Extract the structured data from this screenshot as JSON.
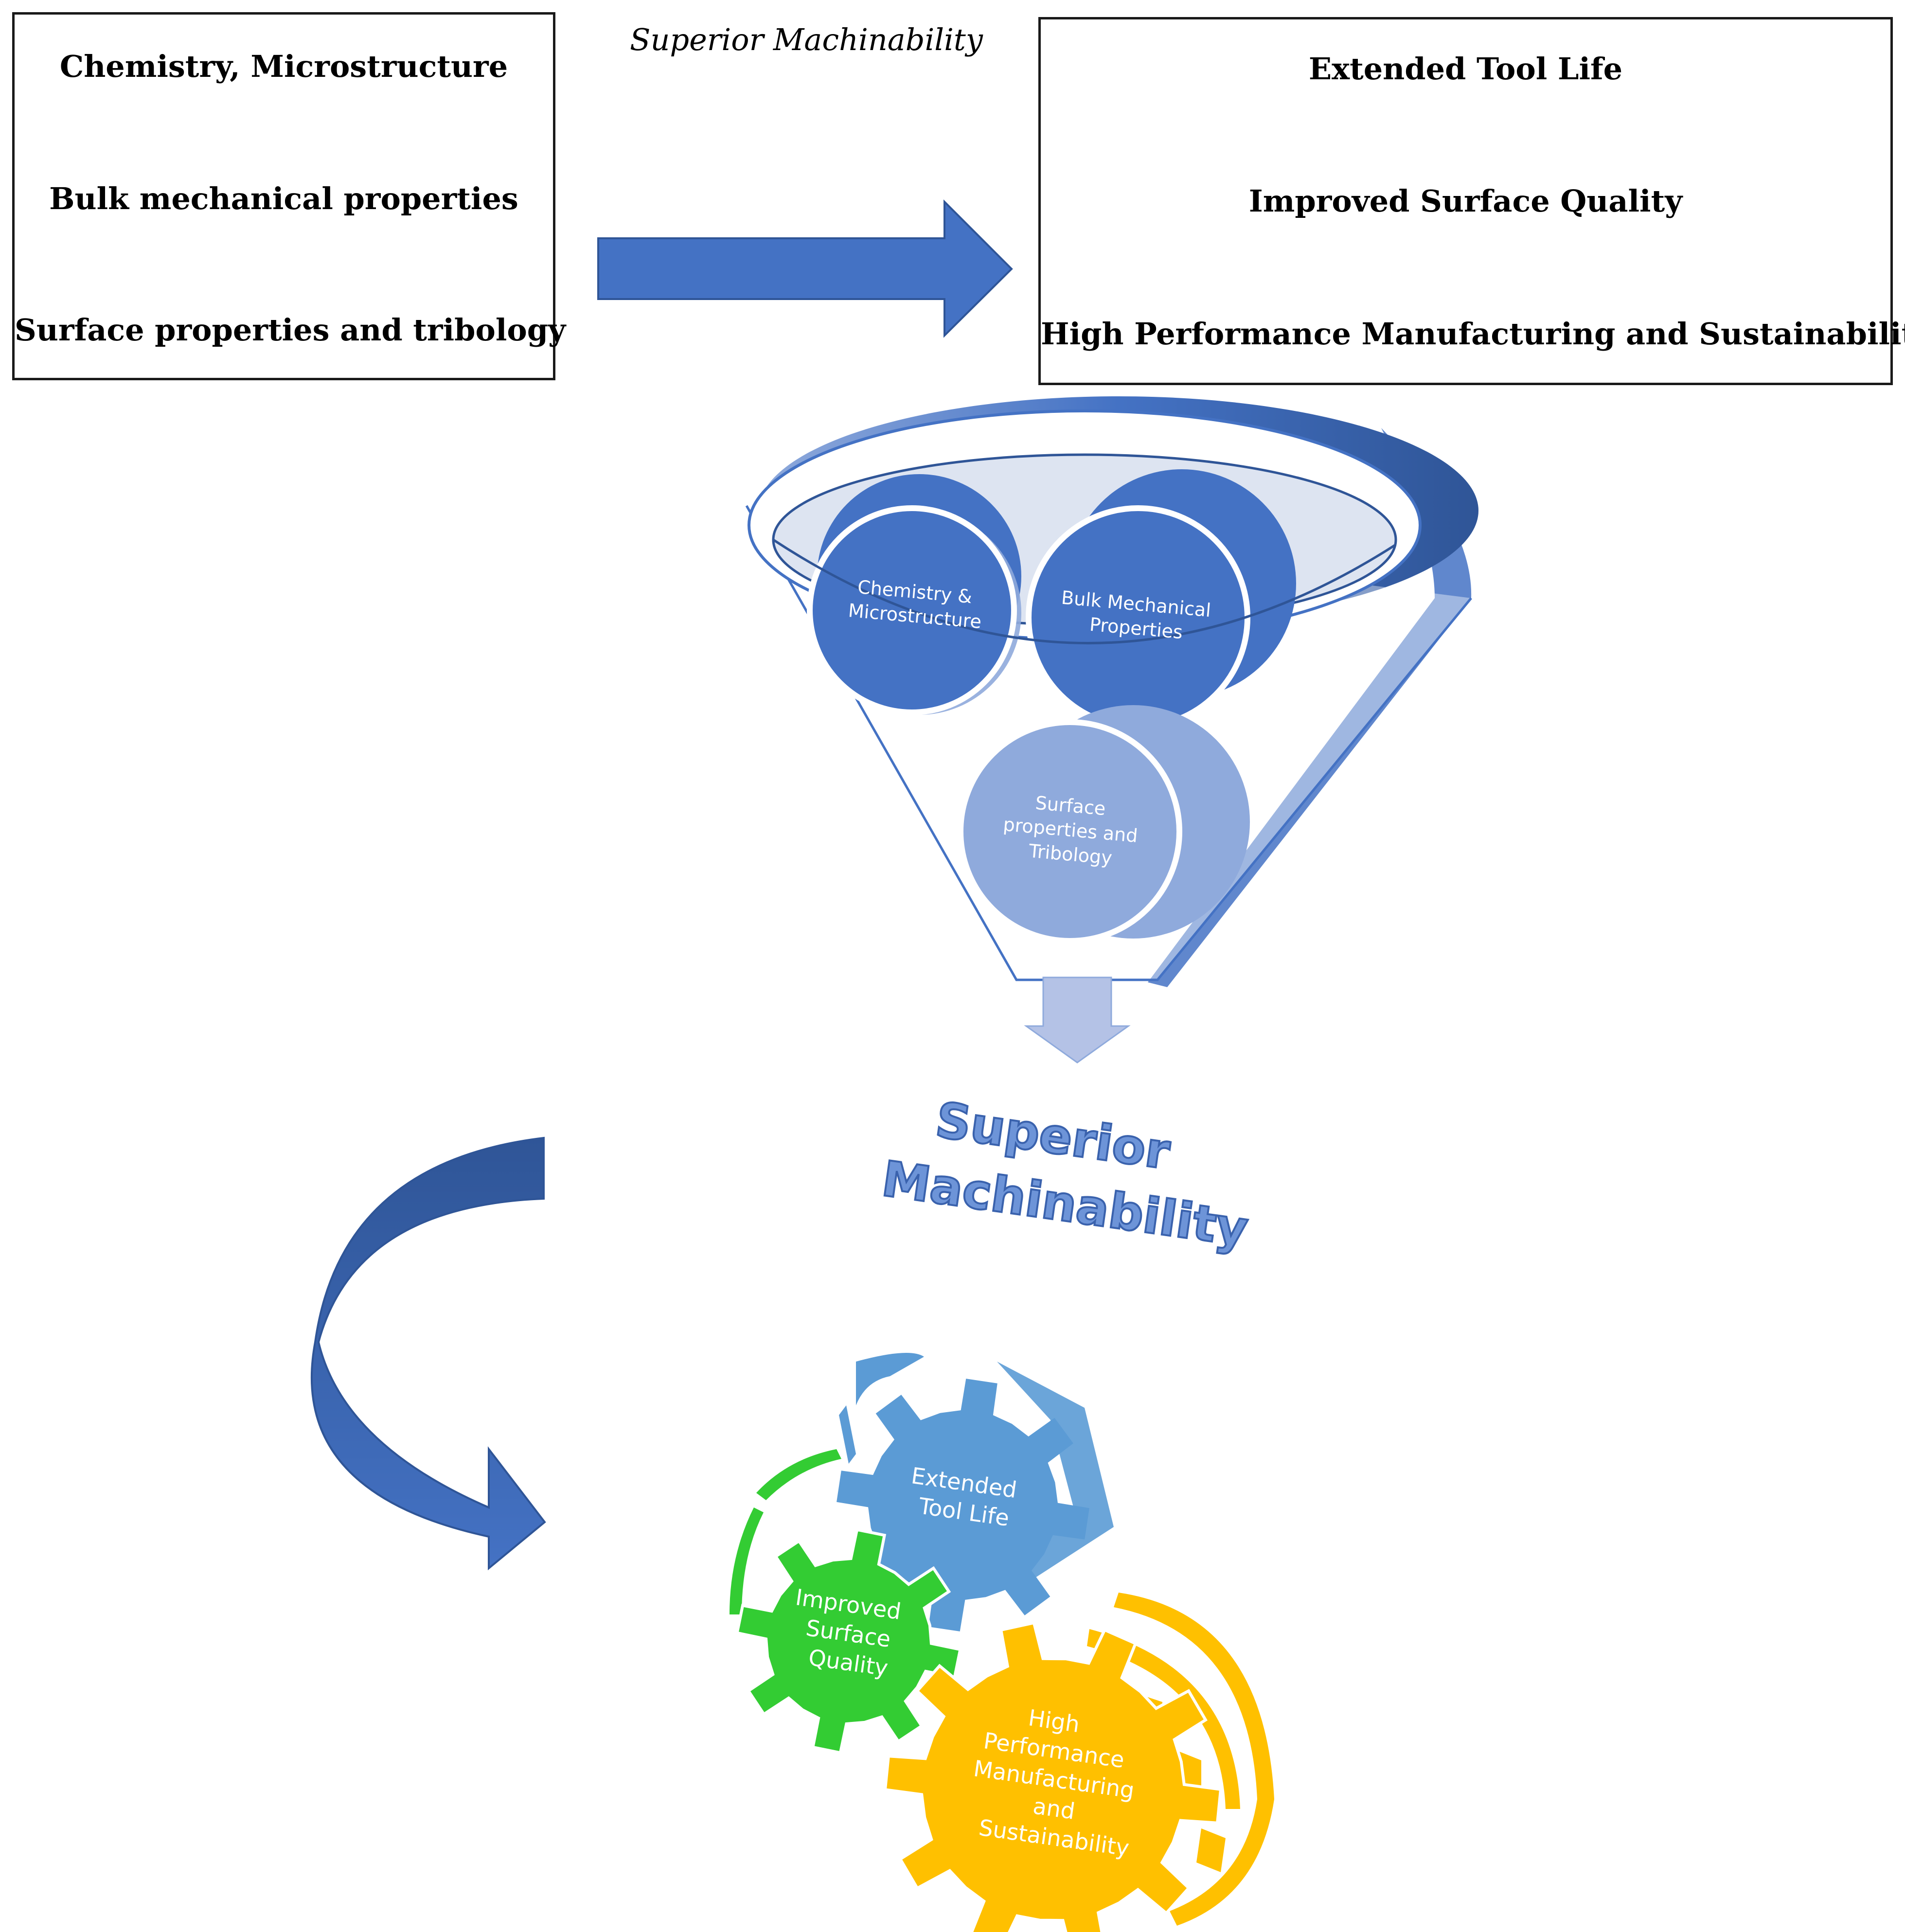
{
  "left_box": {
    "lines": [
      "Chemistry, Microstructure",
      "Bulk mechanical properties",
      "Surface properties and tribology"
    ]
  },
  "header_label": "Superior Machinability",
  "right_box": {
    "lines": [
      "Extended Tool Life",
      "Improved Surface Quality",
      "High Performance Manufacturing and Sustainability"
    ]
  },
  "funnel": {
    "circles": [
      {
        "lines": [
          "Chemistry &",
          "Microstructure"
        ]
      },
      {
        "lines": [
          "Bulk Mechanical",
          "Properties"
        ]
      },
      {
        "lines": [
          "Surface",
          "properties and",
          "Tribology"
        ]
      }
    ]
  },
  "wordart": {
    "lines": [
      "Superior",
      "Machinability"
    ]
  },
  "gears": [
    {
      "lines": [
        "Extended",
        "Tool Life"
      ],
      "color": "#5b9bd5"
    },
    {
      "lines": [
        "Improved",
        "Surface",
        "Quality"
      ],
      "color": "#33cc33"
    },
    {
      "lines": [
        "High",
        "Performance",
        "Manufacturing",
        "and",
        "Sustainability"
      ],
      "color": "#ffc000"
    }
  ],
  "colors": {
    "arrow_blue": "#4472c4",
    "dark_blue": "#2f5597",
    "light_blue": "#8faadc"
  }
}
